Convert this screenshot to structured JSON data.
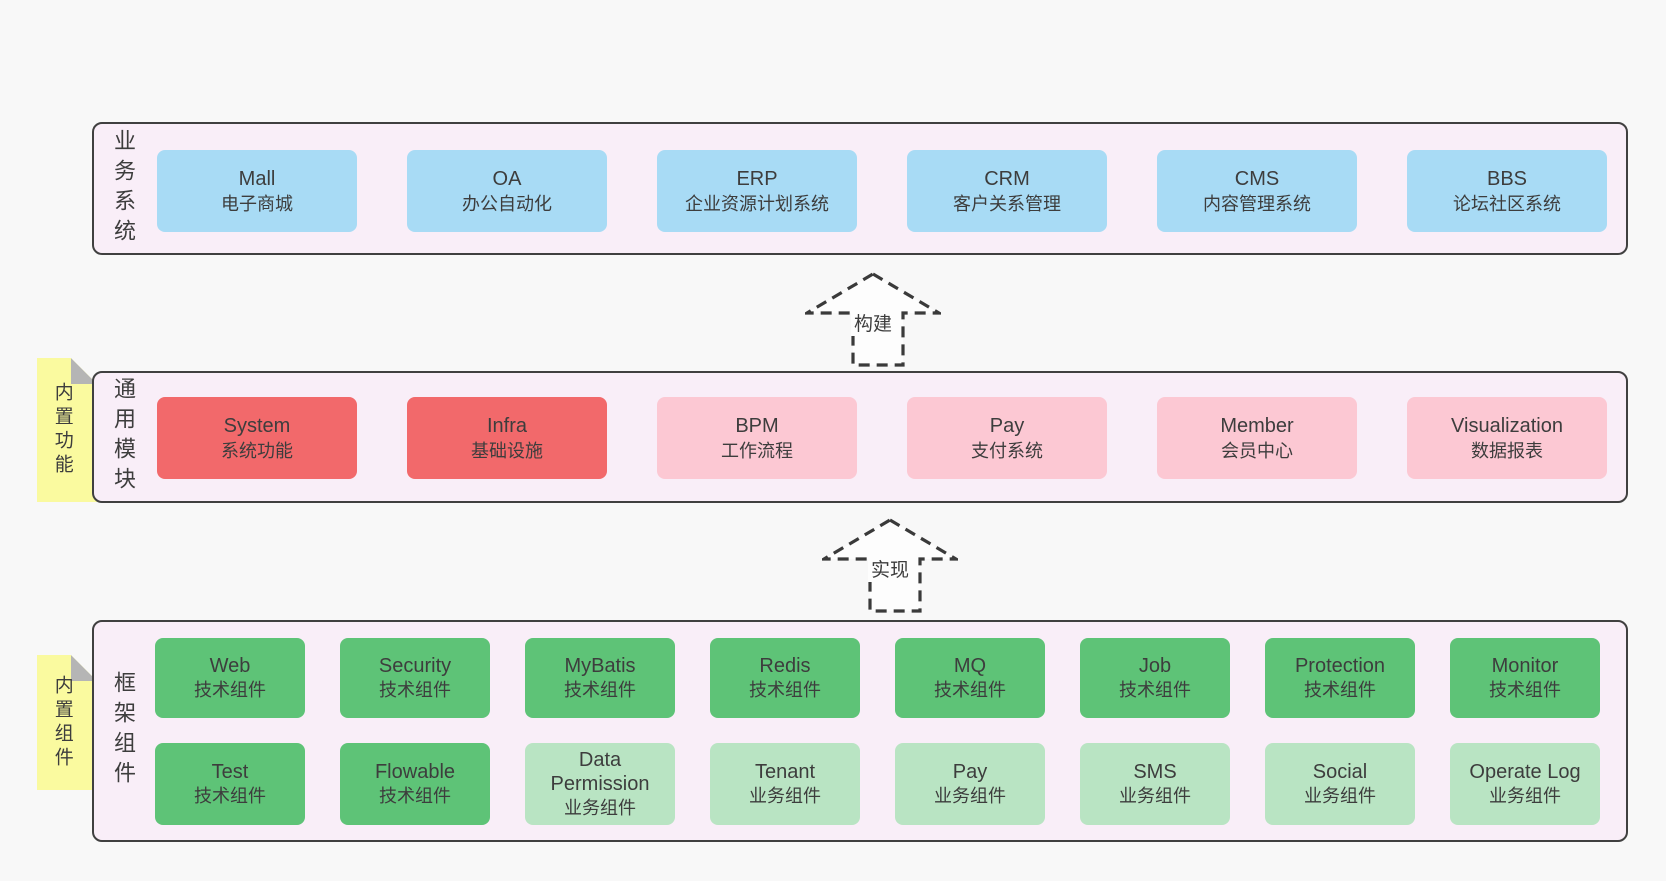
{
  "colors": {
    "page_bg": "#f8f8f8",
    "band_bg": "#f9eef8",
    "band_border": "#404040",
    "blue_box": "#a8dbf5",
    "red_box": "#f2696b",
    "pink_box": "#fcc8d3",
    "green_box": "#5ec377",
    "light_green_box": "#b9e4c3",
    "sticky_yellow": "#fafa9f",
    "fold_gray": "#b5b5b5",
    "text": "#3d3d3d"
  },
  "bands": [
    {
      "label": "业务系统",
      "boxes": [
        {
          "name": "Mall",
          "desc": "电子商城"
        },
        {
          "name": "OA",
          "desc": "办公自动化"
        },
        {
          "name": "ERP",
          "desc": "企业资源计划系统"
        },
        {
          "name": "CRM",
          "desc": "客户关系管理"
        },
        {
          "name": "CMS",
          "desc": "内容管理系统"
        },
        {
          "name": "BBS",
          "desc": "论坛社区系统"
        }
      ]
    },
    {
      "label": "通用模块",
      "sticky": "内置功能",
      "boxes": [
        {
          "name": "System",
          "desc": "系统功能"
        },
        {
          "name": "Infra",
          "desc": "基础设施"
        },
        {
          "name": "BPM",
          "desc": "工作流程"
        },
        {
          "name": "Pay",
          "desc": "支付系统"
        },
        {
          "name": "Member",
          "desc": "会员中心"
        },
        {
          "name": "Visualization",
          "desc": "数据报表"
        }
      ]
    },
    {
      "label": "框架组件",
      "sticky": "内置组件",
      "rows": [
        [
          {
            "name": "Web",
            "desc": "技术组件"
          },
          {
            "name": "Security",
            "desc": "技术组件"
          },
          {
            "name": "MyBatis",
            "desc": "技术组件"
          },
          {
            "name": "Redis",
            "desc": "技术组件"
          },
          {
            "name": "MQ",
            "desc": "技术组件"
          },
          {
            "name": "Job",
            "desc": "技术组件"
          },
          {
            "name": "Protection",
            "desc": "技术组件"
          },
          {
            "name": "Monitor",
            "desc": "技术组件"
          }
        ],
        [
          {
            "name": "Test",
            "desc": "技术组件"
          },
          {
            "name": "Flowable",
            "desc": "技术组件"
          },
          {
            "name": "Data Permission",
            "desc": "业务组件"
          },
          {
            "name": "Tenant",
            "desc": "业务组件"
          },
          {
            "name": "Pay",
            "desc": "业务组件"
          },
          {
            "name": "SMS",
            "desc": "业务组件"
          },
          {
            "name": "Social",
            "desc": "业务组件"
          },
          {
            "name": "Operate Log",
            "desc": "业务组件"
          }
        ]
      ]
    }
  ],
  "arrows": [
    {
      "label": "构建"
    },
    {
      "label": "实现"
    }
  ]
}
